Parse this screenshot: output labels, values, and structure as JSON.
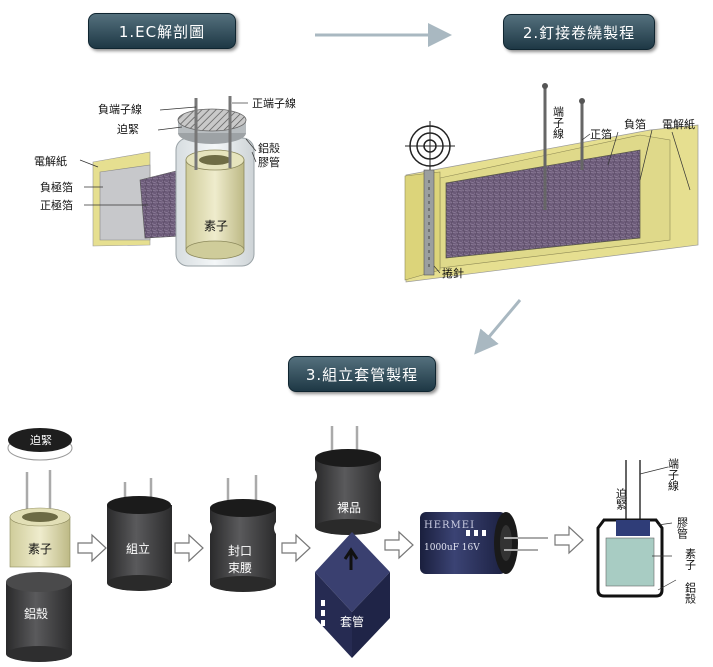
{
  "steps": {
    "step1": "1.EC解剖圖",
    "step2": "2.釘接卷繞製程",
    "step3": "3.組立套管製程"
  },
  "anatomy_labels": {
    "neg_terminal": "負端子線",
    "pos_terminal": "正端子線",
    "seal": "迫緊",
    "al_case": "鋁殼",
    "sleeve": "膠管",
    "paper": "電解紙",
    "neg_foil": "負極箔",
    "pos_foil": "正極箔",
    "element": "素子"
  },
  "winding_labels": {
    "terminal": "端子線",
    "pos_foil": "正箔",
    "neg_foil": "負箔",
    "paper": "電解紙",
    "needle": "捲針"
  },
  "assembly_labels": {
    "seal": "迫緊",
    "element": "素子",
    "al_case": "鋁殼",
    "assemble": "組立",
    "seal_bind": [
      "封口",
      "束腰"
    ],
    "bare": "裸品",
    "sleeve": "套管",
    "brand": "HERMEI",
    "rating": "1000uF 16V"
  },
  "cross_section_labels": {
    "terminal": "端子線",
    "seal": "迫緊",
    "sleeve": "膠管",
    "element": "素子",
    "al_case": "鋁殼"
  },
  "colors": {
    "tag_dark": "#1e3845",
    "arrow_gray": "#a9b8c1",
    "paper_yellow": "#e6df90",
    "foil_purple": "#6d5a7a",
    "case_dark": "#3f3f40",
    "sleeve_blue": "#2d3460"
  }
}
